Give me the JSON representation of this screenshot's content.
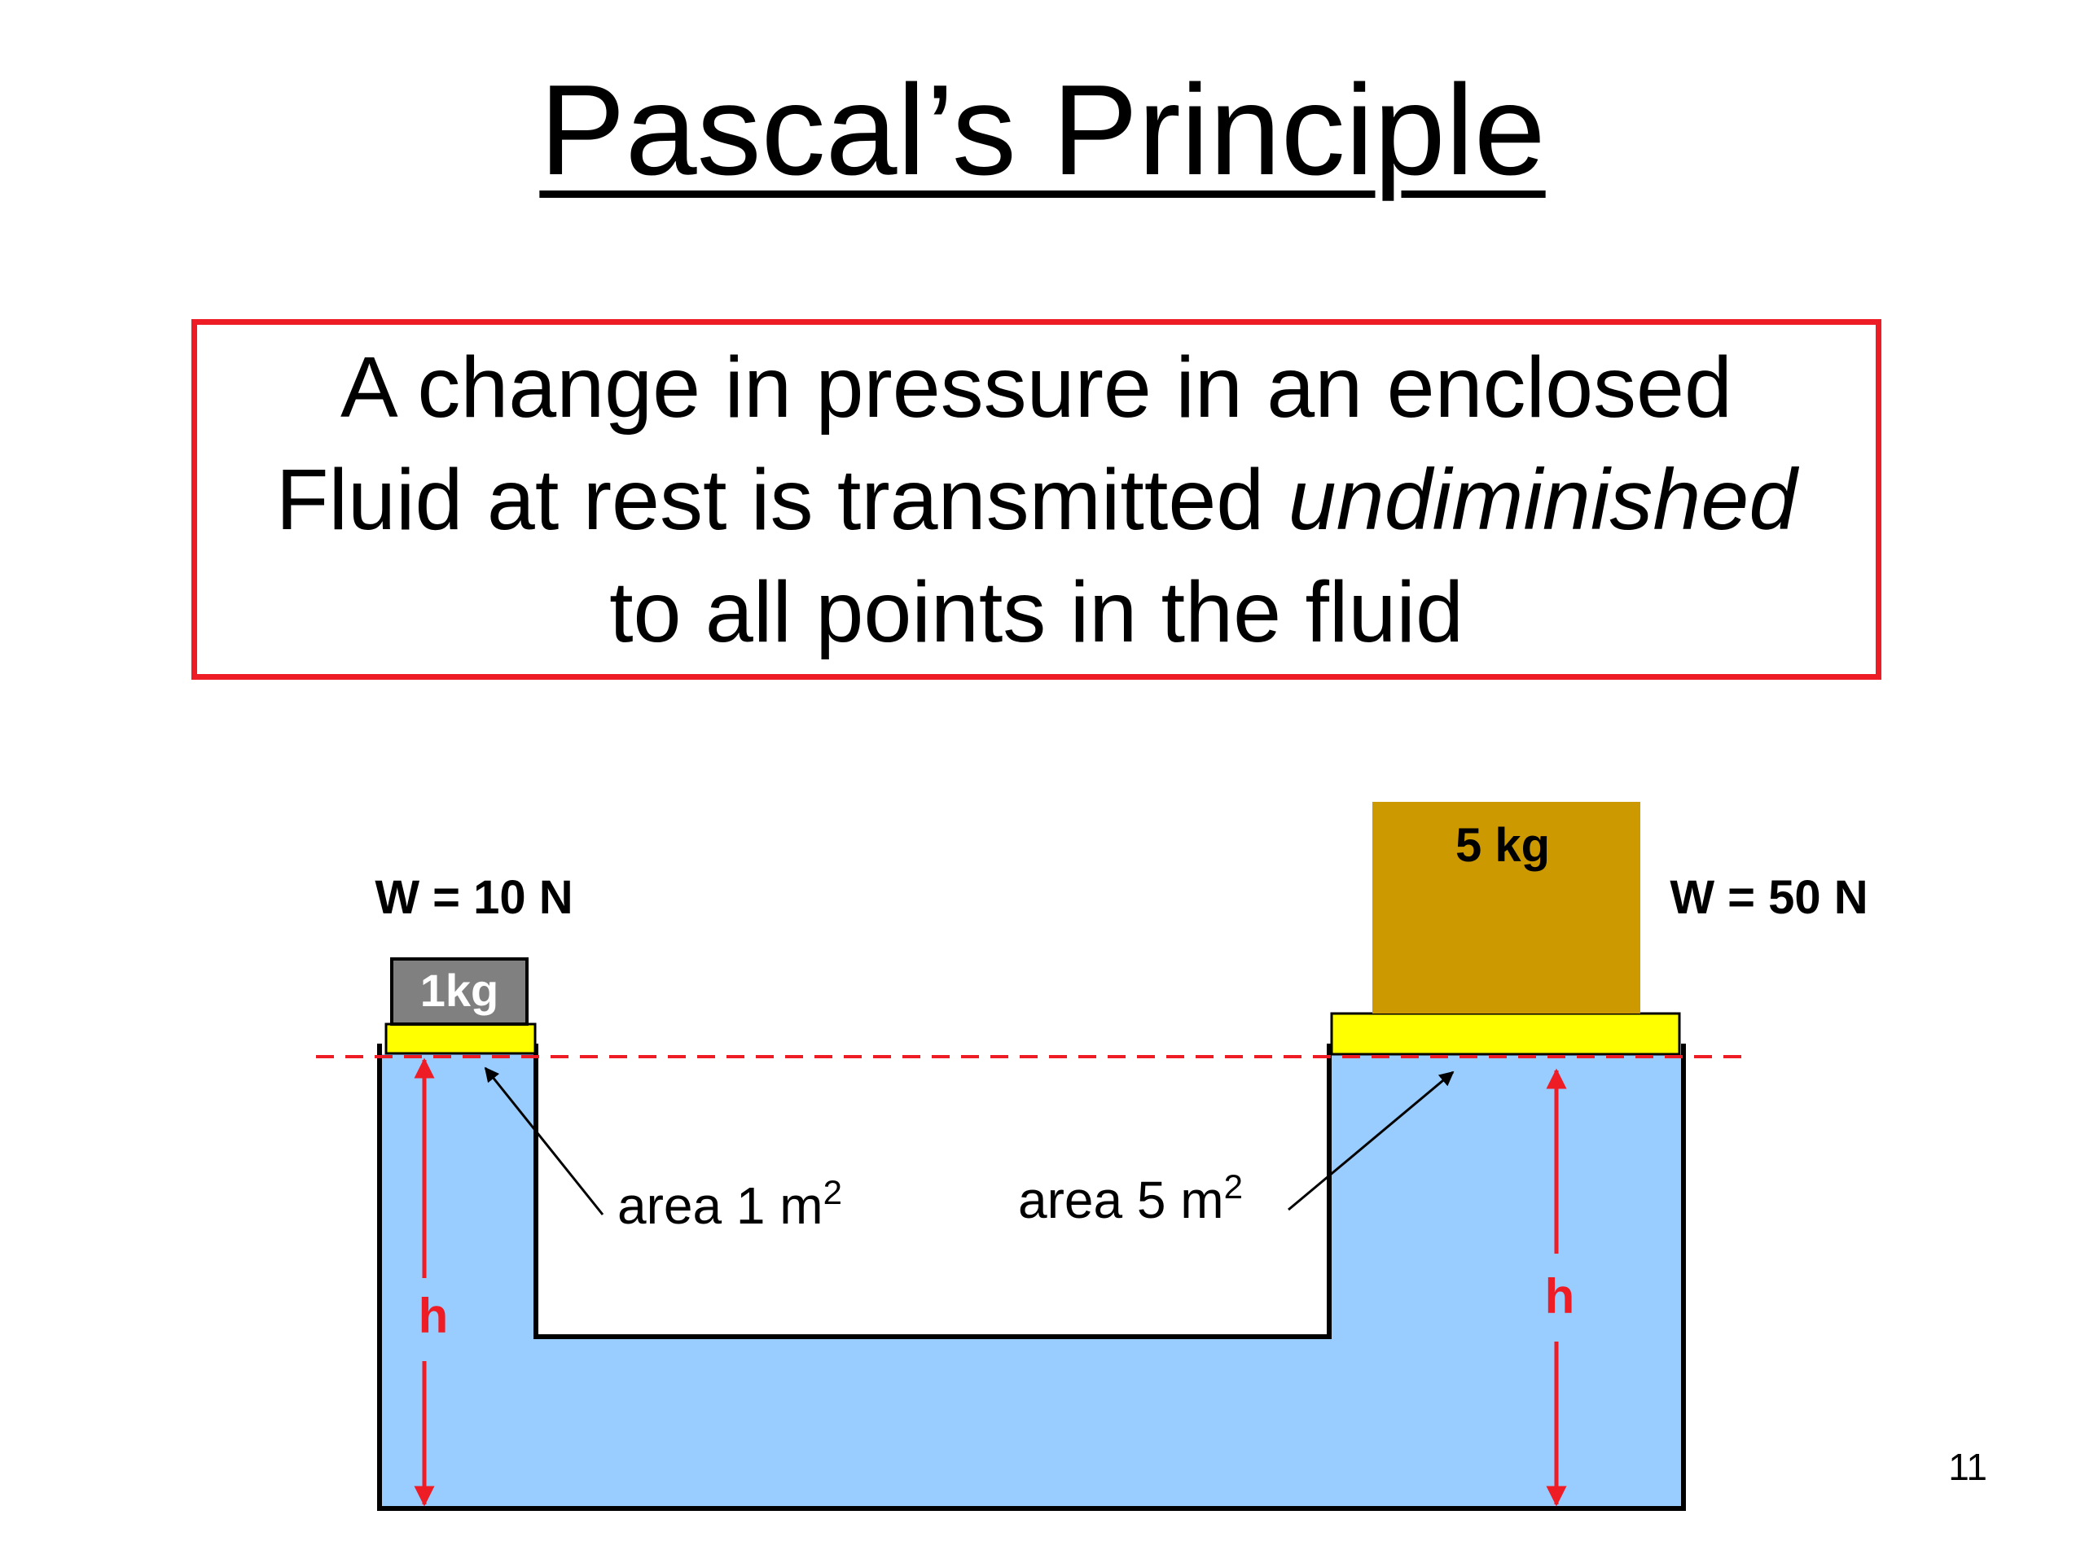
{
  "slide": {
    "title": "Pascal’s Principle",
    "statement": {
      "line1": "A change in pressure in an enclosed",
      "line2_plain": "Fluid at rest is transmitted ",
      "line2_italic": "undiminished",
      "line3": "to all points in the fluid"
    },
    "slide_number": "11"
  },
  "diagram": {
    "left": {
      "weight_label": "W = 10 N",
      "mass_label": "1kg",
      "area_label": "area 1 m",
      "area_exponent": "2",
      "height_label": "h"
    },
    "right": {
      "weight_label": "W = 50 N",
      "mass_label": "5 kg",
      "area_label": "area 5 m",
      "area_exponent": "2",
      "height_label": "h"
    },
    "colors": {
      "fluid": "#99ccff",
      "piston": "#ffff00",
      "mass_small": "#808080",
      "mass_large": "#cc9900",
      "height_arrow": "#ee1c24",
      "level_line": "#ee1c24",
      "rule_border": "#ee1c24"
    }
  }
}
